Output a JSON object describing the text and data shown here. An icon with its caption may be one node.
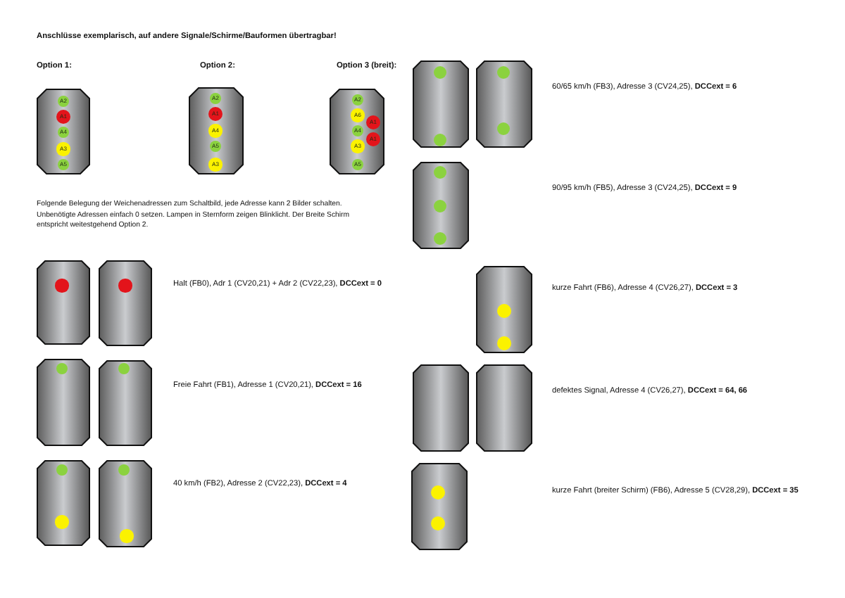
{
  "diagram": {
    "title": "Anschlüsse exemplarisch, auf andere Signale/Schirme/Bauformen übertragbar!",
    "nodes": [
      {
        "text": [],
        "shape": "octagon"
      },
      {
        "text": [
          "A2"
        ],
        "in": 0
      },
      {
        "text": [
          "A1"
        ],
        "in": 0
      },
      {
        "text": [
          "A4"
        ],
        "in": 0
      },
      {
        "text": [
          "A3"
        ],
        "in": 0
      },
      {
        "text": [
          "A5"
        ],
        "in": 0
      },
      {
        "text": [],
        "shape": "octagon"
      },
      {
        "text": [
          "A2"
        ],
        "in": 6
      },
      {
        "text": [
          "A1"
        ],
        "in": 6
      },
      {
        "text": [
          "A4"
        ],
        "in": 6
      },
      {
        "text": [
          "A5"
        ],
        "in": 6
      },
      {
        "text": [
          "A3"
        ],
        "in": 6
      },
      {
        "text": [],
        "shape": "octagon"
      },
      {
        "text": [
          "A2"
        ],
        "in": 12
      },
      {
        "text": [
          "A6"
        ],
        "in": 12
      },
      {
        "text": [
          "A1"
        ],
        "in": 12
      },
      {
        "text": [
          "A4"
        ],
        "in": 12
      },
      {
        "text": [
          "A1"
        ],
        "in": 12
      },
      {
        "text": [
          "A3"
        ],
        "in": 12
      },
      {
        "text": [
          "A5"
        ],
        "in": 12
      },
      {
        "text": [],
        "shape": "octagon"
      },
      {
        "text": [],
        "shape": "circle",
        "in": 20
      },
      {
        "text": [],
        "shape": "octagon"
      },
      {
        "text": [],
        "shape": "circle",
        "in": 22
      },
      {
        "text": [],
        "shape": "octagon"
      },
      {
        "text": [],
        "shape": "circle",
        "in": 24
      },
      {
        "text": [],
        "shape": "octagon"
      },
      {
        "text": [],
        "shape": "circle",
        "in": 26
      },
      {
        "text": [],
        "shape": "octagon"
      },
      {
        "text": [],
        "shape": "circle",
        "in": 28
      },
      {
        "text": [],
        "shape": "circle",
        "in": 28
      },
      {
        "text": [],
        "shape": "octagon"
      },
      {
        "text": [],
        "shape": "circle",
        "in": 31
      },
      {
        "text": [],
        "shape": "circle",
        "in": 31
      },
      {
        "text": [],
        "shape": "octagon"
      },
      {
        "text": [],
        "shape": "circle",
        "in": 34
      },
      {
        "text": [],
        "shape": "circle",
        "in": 34
      },
      {
        "text": [],
        "shape": "octagon"
      },
      {
        "text": [],
        "shape": "circle",
        "in": 37
      },
      {
        "text": [],
        "shape": "circle",
        "in": 37
      },
      {
        "text": [],
        "shape": "octagon"
      },
      {
        "text": [],
        "shape": "circle",
        "in": 40
      },
      {
        "text": [],
        "shape": "circle",
        "in": 40
      },
      {
        "text": [],
        "shape": "circle",
        "in": 40
      },
      {
        "text": [],
        "shape": "octagon"
      },
      {
        "text": [],
        "shape": "circle",
        "in": 44
      },
      {
        "text": [],
        "shape": "circle",
        "in": 44
      },
      {
        "text": [],
        "shape": "octagon"
      },
      {
        "text": [],
        "shape": "octagon"
      },
      {
        "text": [],
        "shape": "octagon"
      },
      {
        "text": [],
        "shape": "circle",
        "in": 49
      },
      {
        "text": [],
        "shape": "circle",
        "in": 49
      }
    ],
    "labels": [
      "Option 1:",
      "Option 2:",
      "Option 3 (breit):",
      "Folgende Belegung der Weichenadressen zum Schaltbild, jede Adresse kann 2 Bilder schalten. Unbenötigte Adressen einfach 0 setzen. Lampen in Sternform zeigen Blinklicht. Der Breite Schirm entspricht weitestgehend Option 2.",
      "Halt (FB0), Adr 1 (CV20,21) + Adr 2 (CV22,23), **DCCext = 0**",
      "Freie Fahrt (FB1), Adresse 1 (CV20,21), **DCCext = 16**",
      "40 km/h (FB2), Adresse 2 (CV22,23), **DCCext = 4**",
      "60/65 km/h (FB3), Adresse 3 (CV24,25), **DCCext = 6**",
      "90/95 km/h (FB5), Adresse 3 (CV24,25), **DCCext = 9**",
      "kurze Fahrt (FB6), Adresse 4 (CV26,27), **DCCext = 3**",
      "defektes Signal, Adresse 4 (CV26,27), **DCCext = 64, 66**",
      "kurze Fahrt (breiter Schirm) (FB6), Adresse 5 (CV28,29), **DCCext = 35**"
    ]
  }
}
